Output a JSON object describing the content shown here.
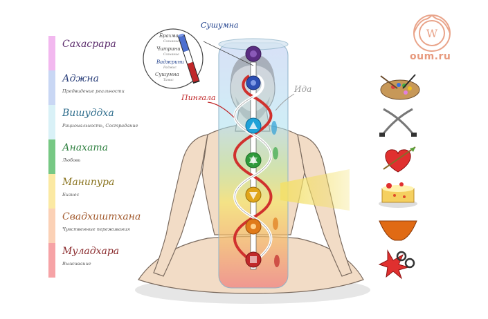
{
  "legend": [
    {
      "name": "Сахасрара",
      "meaning": "",
      "color": "#f2b8ef",
      "text_color": "#5a2a6b"
    },
    {
      "name": "Аджна",
      "meaning": "Предвидение реальности",
      "color": "#c9d7f4",
      "text_color": "#2a3f7a"
    },
    {
      "name": "Вишуддха",
      "meaning": "Рациональность, Сострадание",
      "color": "#d9f1f7",
      "text_color": "#2a6a8a"
    },
    {
      "name": "Анахата",
      "meaning": "Любовь",
      "color": "#77c884",
      "text_color": "#2f8040"
    },
    {
      "name": "Манипура",
      "meaning": "Бизнес",
      "color": "#fbe9a3",
      "text_color": "#8a7420"
    },
    {
      "name": "Свадхиштхана",
      "meaning": "Чувственные переживания",
      "color": "#fbd1b6",
      "text_color": "#a25a2e"
    },
    {
      "name": "Муладхара",
      "meaning": "Выживание",
      "color": "#f6a3a6",
      "text_color": "#8a2a2c"
    }
  ],
  "channels": {
    "sushumna": "Сушумна",
    "ida": "Ида",
    "pingala": "Пингала"
  },
  "inset": {
    "layers": [
      {
        "name": "Брахма",
        "sub": "Сознание"
      },
      {
        "name": "Читрини",
        "sub": "Сознание"
      },
      {
        "name": "Ваджрини",
        "sub": "Раджас"
      },
      {
        "name": "Сушумна",
        "sub": "Тамас"
      }
    ]
  },
  "logo": {
    "text": "oum.ru",
    "letter": "W"
  },
  "icons": [
    "palette-icon",
    "swords-icon",
    "heart-arrow-icon",
    "cake-icon",
    "underwear-icon",
    "handcuffs-icon"
  ],
  "colors": {
    "sahasrara": "#5a2d82",
    "ajna": "#2d4fb3",
    "vishuddha": "#1fa2d8",
    "anahata": "#2f9a3c",
    "manipura": "#e0a51a",
    "svadhisthana": "#e07a1a",
    "muladhara": "#c0282a"
  }
}
